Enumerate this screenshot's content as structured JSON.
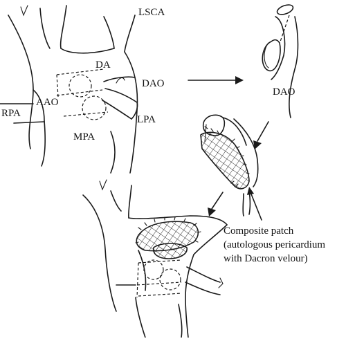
{
  "labels": {
    "lsca": "LSCA",
    "da": "DA",
    "dao_top": "DAO",
    "aao": "AAO",
    "rpa": "RPA",
    "lpa": "LPA",
    "mpa": "MPA",
    "dao_right": "DAO"
  },
  "caption": {
    "line1": "Composite patch",
    "line2": "(autologous pericardium",
    "line3": "with Dacron velour)"
  }
}
